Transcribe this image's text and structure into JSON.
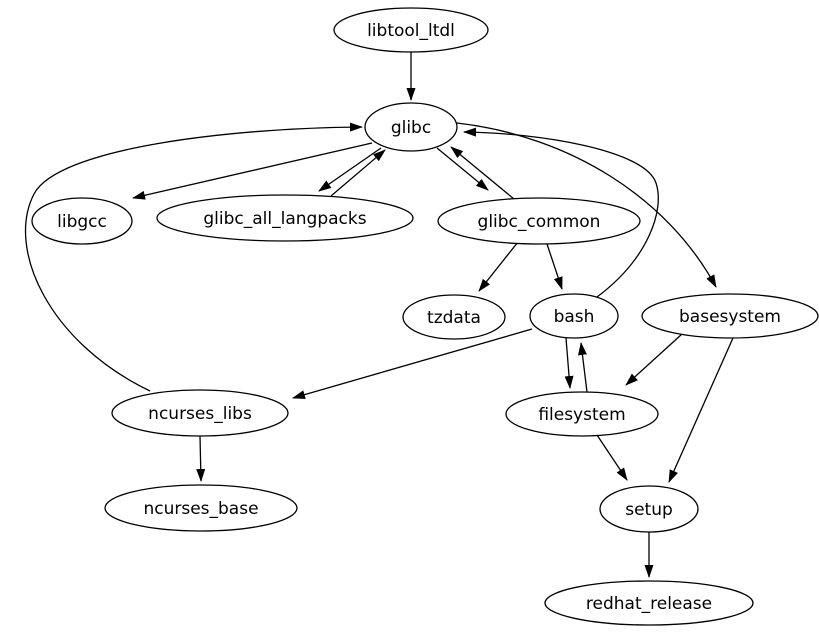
{
  "diagram": {
    "type": "directed-graph",
    "description": "package dependency graph",
    "background_color": "#ffffff",
    "node_fill": "#ffffff",
    "stroke_color": "#000000",
    "text_color": "#000000"
  },
  "nodes": {
    "libtool_ltdl": {
      "label": "libtool_ltdl"
    },
    "glibc": {
      "label": "glibc"
    },
    "libgcc": {
      "label": "libgcc"
    },
    "glibc_all_langpacks": {
      "label": "glibc_all_langpacks"
    },
    "glibc_common": {
      "label": "glibc_common"
    },
    "tzdata": {
      "label": "tzdata"
    },
    "bash": {
      "label": "bash"
    },
    "basesystem": {
      "label": "basesystem"
    },
    "ncurses_libs": {
      "label": "ncurses_libs"
    },
    "filesystem": {
      "label": "filesystem"
    },
    "ncurses_base": {
      "label": "ncurses_base"
    },
    "setup": {
      "label": "setup"
    },
    "redhat_release": {
      "label": "redhat_release"
    }
  },
  "edges": [
    {
      "from": "libtool_ltdl",
      "to": "glibc"
    },
    {
      "from": "glibc",
      "to": "libgcc"
    },
    {
      "from": "glibc",
      "to": "glibc_all_langpacks"
    },
    {
      "from": "glibc_all_langpacks",
      "to": "glibc"
    },
    {
      "from": "glibc",
      "to": "glibc_common"
    },
    {
      "from": "glibc_common",
      "to": "glibc"
    },
    {
      "from": "glibc",
      "to": "basesystem"
    },
    {
      "from": "glibc_common",
      "to": "tzdata"
    },
    {
      "from": "glibc_common",
      "to": "bash"
    },
    {
      "from": "bash",
      "to": "glibc"
    },
    {
      "from": "bash",
      "to": "filesystem"
    },
    {
      "from": "filesystem",
      "to": "bash"
    },
    {
      "from": "bash",
      "to": "ncurses_libs"
    },
    {
      "from": "basesystem",
      "to": "filesystem"
    },
    {
      "from": "basesystem",
      "to": "setup"
    },
    {
      "from": "filesystem",
      "to": "setup"
    },
    {
      "from": "ncurses_libs",
      "to": "glibc"
    },
    {
      "from": "ncurses_libs",
      "to": "ncurses_base"
    },
    {
      "from": "setup",
      "to": "redhat_release"
    }
  ]
}
